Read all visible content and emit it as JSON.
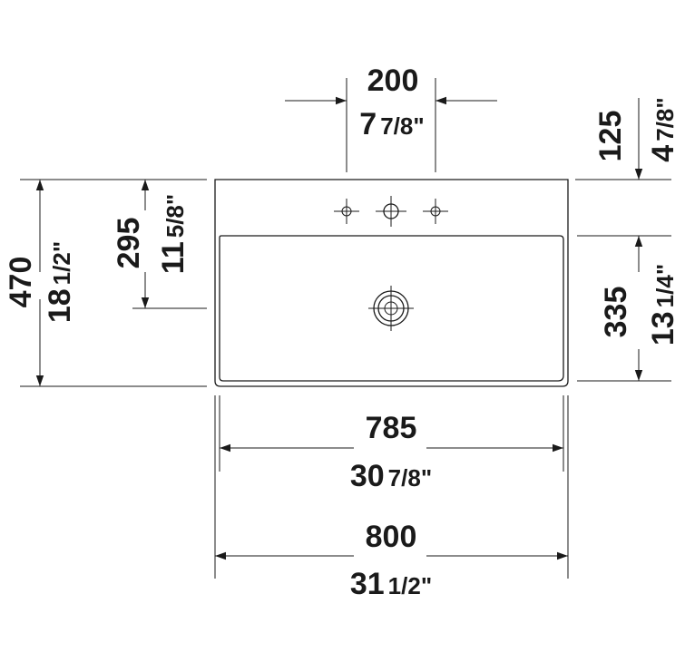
{
  "dimensions": {
    "tap_spacing": {
      "mm": "200",
      "whole": "7",
      "fraction": "7/8\""
    },
    "top_offset": {
      "mm": "125",
      "whole": "4",
      "fraction": "7/8\""
    },
    "depth_total": {
      "mm": "470",
      "whole": "18",
      "fraction": "1/2\""
    },
    "back_to_drain": {
      "mm": "295",
      "whole": "11",
      "fraction": "5/8\""
    },
    "bowl_depth": {
      "mm": "335",
      "whole": "13",
      "fraction": "1/4\""
    },
    "inner_width": {
      "mm": "785",
      "whole": "30",
      "fraction": "7/8\""
    },
    "outer_width": {
      "mm": "800",
      "whole": "31",
      "fraction": "1/2\""
    }
  }
}
